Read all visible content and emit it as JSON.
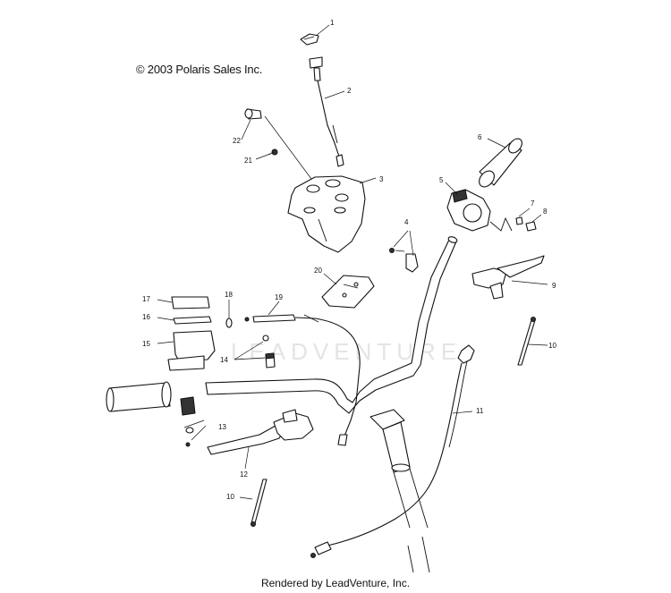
{
  "copyright": "© 2003 Polaris Sales Inc.",
  "footer": "Rendered by LeadVenture, Inc.",
  "watermark": "LEADVENTURE",
  "callouts": [
    "1",
    "2",
    "3",
    "4",
    "5",
    "6",
    "7",
    "8",
    "9",
    "10",
    "10",
    "11",
    "12",
    "13",
    "14",
    "15",
    "16",
    "17",
    "18",
    "19",
    "20",
    "21",
    "22"
  ]
}
